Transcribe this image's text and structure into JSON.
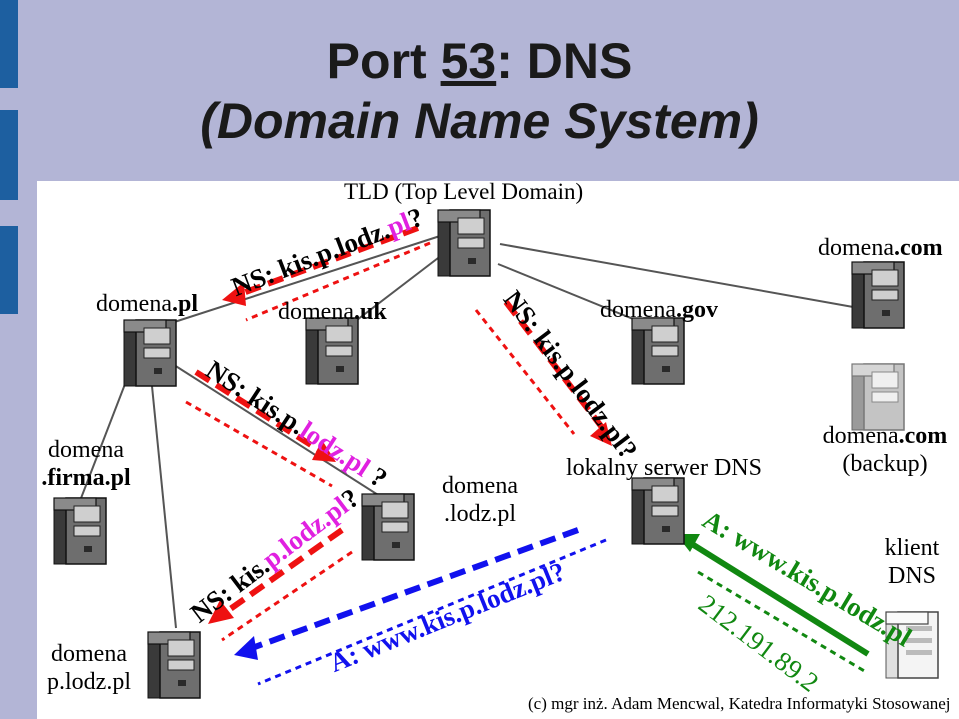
{
  "title_line1_a": "Port ",
  "title_line1_b": "53",
  "title_line1_c": ": DNS",
  "title_line2": "(Domain Name System)",
  "tld_label": "TLD (Top Level Domain)",
  "nodes": {
    "pl": {
      "prefix": "domena",
      "suffix": ".pl"
    },
    "uk": {
      "prefix": "domena",
      "suffix": ".uk"
    },
    "gov": {
      "prefix": "domena",
      "suffix": ".gov"
    },
    "com": {
      "prefix": "domena",
      "suffix": ".com"
    },
    "firma_line1": "domena",
    "firma_line2": ".firma.pl",
    "plodz_line1": "domena",
    "plodz_line2": "p.lodz.pl",
    "lodz_line1": "domena",
    "lodz_line2": ".lodz.pl",
    "local": "lokalny serwer DNS",
    "com_backup_prefix": "domena",
    "com_backup_suffix": ".com",
    "com_backup_line2": "(backup)",
    "client_line1": "klient",
    "client_line2": "DNS"
  },
  "queries": {
    "q1_a": "NS: kis.p.lodz.",
    "q1_b": "pl",
    "q1_c": "?",
    "q2_a": "NS: kis.p.",
    "q2_b": "lodz.pl",
    "q2_c": " ?",
    "q3_a": "NS: kis.",
    "q3_b": "p.lodz.pl",
    "q3_c": "?",
    "q4": "NS: kis.p.lodz.pl?",
    "q5": "A: www.kis.p.lodz.pl?",
    "q6": "A: www.kis.p.lodz.pl",
    "q7": "212.191.89.2"
  },
  "colors": {
    "red": "#ee1111",
    "blue": "#1111ee",
    "green": "#118811",
    "magenta": "#e020e0",
    "panel": "#ffffff",
    "background": "#b3b5d6"
  },
  "credit": "(c) mgr inż. Adam Mencwal, Katedra Informatyki Stosowanej"
}
